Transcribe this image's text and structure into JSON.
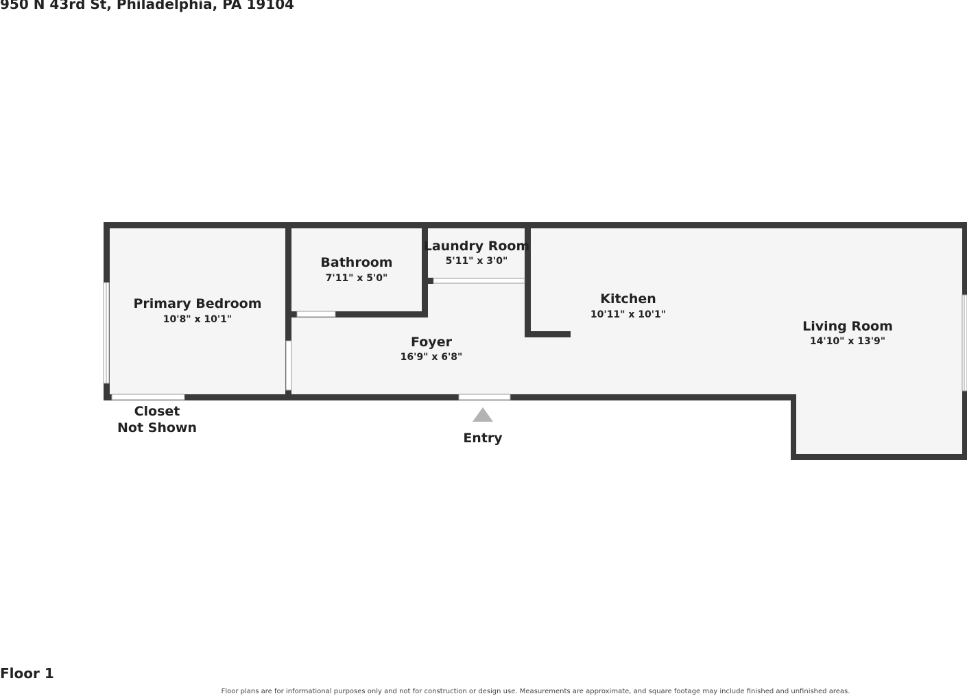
{
  "address": "950 N 43rd St, Philadelphia, PA 19104",
  "floor_label": "Floor 1",
  "disclaimer": "Floor plans are for informational purposes only and not for construction or design use. Measurements are approximate, and square footage may include finished and unfinished areas.",
  "rooms": {
    "primary_bedroom": {
      "name": "Primary Bedroom",
      "dims": "10'8\" x 10'1\""
    },
    "bathroom": {
      "name": "Bathroom",
      "dims": "7'11\" x 5'0\""
    },
    "laundry_room": {
      "name": "Laundry Room",
      "dims": "5'11\" x 3'0\""
    },
    "kitchen": {
      "name": "Kitchen",
      "dims": "10'11\" x 10'1\""
    },
    "living_room": {
      "name": "Living Room",
      "dims": "14'10\" x 13'9\""
    },
    "foyer": {
      "name": "Foyer",
      "dims": "16'9\" x 6'8\""
    }
  },
  "closet": {
    "line1": "Closet",
    "line2": "Not Shown"
  },
  "entry_label": "Entry",
  "colors": {
    "wall": "#3a3a3a",
    "floor": "#f5f5f5",
    "entry_marker": "#b3b3b3"
  }
}
